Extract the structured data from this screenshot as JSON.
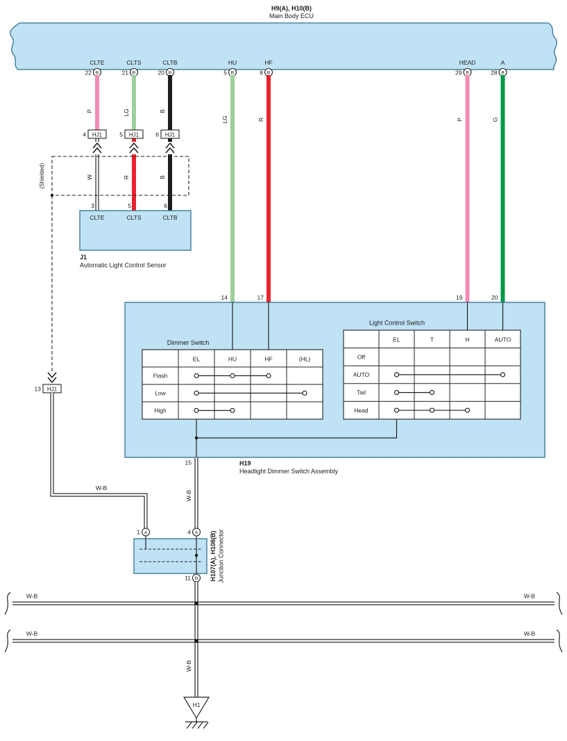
{
  "colors": {
    "P": "#f28cb4",
    "LG": "#9bd09b",
    "B": "#1d1d1d",
    "R": "#e8232d",
    "G": "#00984a"
  },
  "ecu": {
    "code": "H9(A), H10(B)",
    "name": "Main Body ECU",
    "pins": [
      {
        "num": "22",
        "conn": "B",
        "signal": "CLTE",
        "wire_color": "P"
      },
      {
        "num": "21",
        "conn": "B",
        "signal": "CLTS",
        "wire_color": "LG"
      },
      {
        "num": "20",
        "conn": "B",
        "signal": "CLTB",
        "wire_color": "B"
      },
      {
        "num": "5",
        "conn": "B",
        "signal": "HU",
        "wire_color": "LG"
      },
      {
        "num": "8",
        "conn": "B",
        "signal": "HF",
        "wire_color": "R"
      },
      {
        "num": "29",
        "conn": "B",
        "signal": "HEAD",
        "wire_color": "P"
      },
      {
        "num": "28",
        "conn": "B",
        "signal": "A",
        "wire_color": "G"
      }
    ]
  },
  "hj1": {
    "label": "HJ1",
    "pin_4": "4",
    "pin_5": "5",
    "pin_6": "6",
    "pin_13": "13"
  },
  "shield_label": "(Shielded)",
  "sensor": {
    "code": "J1",
    "name": "Automatic Light Control Sensor",
    "pins": [
      {
        "num": "3",
        "signal": "CLTE",
        "wire_color": "W"
      },
      {
        "num": "5",
        "signal": "CLTS",
        "wire_color": "R"
      },
      {
        "num": "6",
        "signal": "CLTB",
        "wire_color": "B"
      }
    ]
  },
  "h19": {
    "code": "H19",
    "name": "Headlight Dimmer Switch Assembly",
    "top_pins": [
      "14",
      "17",
      "19",
      "20"
    ],
    "bottom_pin": "15",
    "dimmer_switch": {
      "title": "Dimmer Switch",
      "columns": [
        "EL",
        "HU",
        "HF",
        "(HL)"
      ],
      "rows": [
        "Flash",
        "Low",
        "High"
      ],
      "contacts": [
        {
          "row": "Flash",
          "closed": [
            "EL",
            "HU",
            "HF"
          ]
        },
        {
          "row": "Low",
          "closed": [
            "EL",
            "(HL)"
          ]
        },
        {
          "row": "High",
          "closed": [
            "EL",
            "HU"
          ]
        }
      ]
    },
    "light_control_switch": {
      "title": "Light Control Switch",
      "columns": [
        "EL",
        "T",
        "H",
        "AUTO"
      ],
      "rows": [
        "Off",
        "AUTO",
        "Tail",
        "Head"
      ],
      "contacts": [
        {
          "row": "Off",
          "closed": []
        },
        {
          "row": "AUTO",
          "closed": [
            "EL",
            "AUTO"
          ]
        },
        {
          "row": "Tail",
          "closed": [
            "EL",
            "T"
          ]
        },
        {
          "row": "Head",
          "closed": [
            "EL",
            "T",
            "H"
          ]
        }
      ]
    }
  },
  "junction_connector": {
    "code": "H107(A), H108(B)",
    "name": "Junction Connector",
    "pin_1": {
      "num": "1",
      "conn": "A"
    },
    "pin_4": {
      "num": "4",
      "conn": "A"
    },
    "pin_11": {
      "num": "11",
      "conn": "B"
    }
  },
  "ground": {
    "code": "H1"
  },
  "wire_labels": {
    "wb": "W-B"
  }
}
